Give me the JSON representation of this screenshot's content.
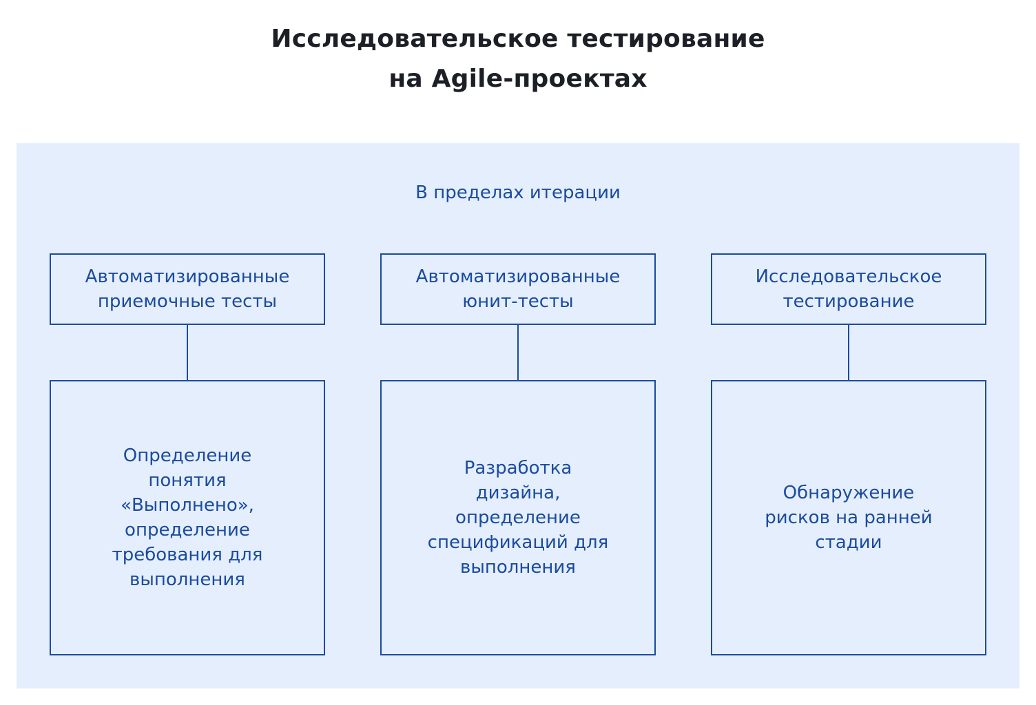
{
  "title": {
    "line1": "Исследовательское тестирование",
    "line2": "на Agile-проектах"
  },
  "panel": {
    "label": "В пределах итерации"
  },
  "columns": [
    {
      "header": "Автоматизированные приемочные тесты",
      "body": "Определение понятия «Выполнено», определение требования для выполнения"
    },
    {
      "header": "Автоматизированные юнит-тесты",
      "body": "Разработка дизайна, определение спецификаций для выполнения"
    },
    {
      "header": "Исследовательское тестирование",
      "body": "Обнаружение рисков на ранней стадии"
    }
  ],
  "colors": {
    "accent": "#1a4ba0",
    "panel_background": "#e5eefc",
    "title": "#1c1f26"
  }
}
